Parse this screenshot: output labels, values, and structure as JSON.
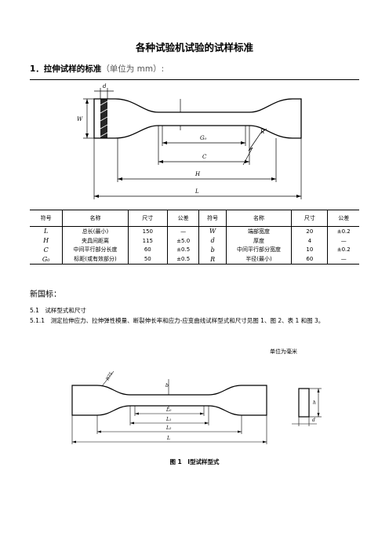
{
  "title": "各种试验机试验的试样标准",
  "section1": {
    "label": "1．拉伸试样的标准",
    "unit_note": "（单位为 mm）:"
  },
  "diagram1": {
    "labels": {
      "d": "d",
      "W": "W",
      "R": "R",
      "G0": "G₀",
      "C": "C",
      "H": "H",
      "L": "L"
    }
  },
  "table": {
    "headers": [
      "符号",
      "名称",
      "尺寸",
      "公差",
      "符号",
      "名称",
      "尺寸",
      "公差"
    ],
    "rows": [
      [
        "L",
        "总长(最小)",
        "150",
        "—",
        "W",
        "端部宽度",
        "20",
        "±0.2"
      ],
      [
        "H",
        "夹具间距离",
        "115",
        "±5.0",
        "d",
        "厚度",
        "4",
        "—"
      ],
      [
        "C",
        "中间平行部分长度",
        "60",
        "±0.5",
        "b",
        "中间平行部分宽度",
        "10",
        "±0.2"
      ],
      [
        "G₀",
        "标距(或有效部分)",
        "50",
        "±0.5",
        "R",
        "半径(最小)",
        "60",
        "—"
      ]
    ]
  },
  "new_standard": "新国标：",
  "sec51": "5.1　试样型式和尺寸",
  "sec511": "5.1.1　测定拉伸应力、拉伸弹性模量、断裂伸长率和应力-应变曲线试样型式和尺寸见图 1、图 2、表 1 和图 3。",
  "unit_label": "单位为毫米",
  "diagram2": {
    "labels": {
      "rt": "R75",
      "b": "b",
      "L0": "L₀",
      "L1": "L₁",
      "L2": "L₂",
      "L": "L",
      "h": "h",
      "d": "d"
    }
  },
  "figure1_caption": "图 1　Ⅰ型试样型式"
}
